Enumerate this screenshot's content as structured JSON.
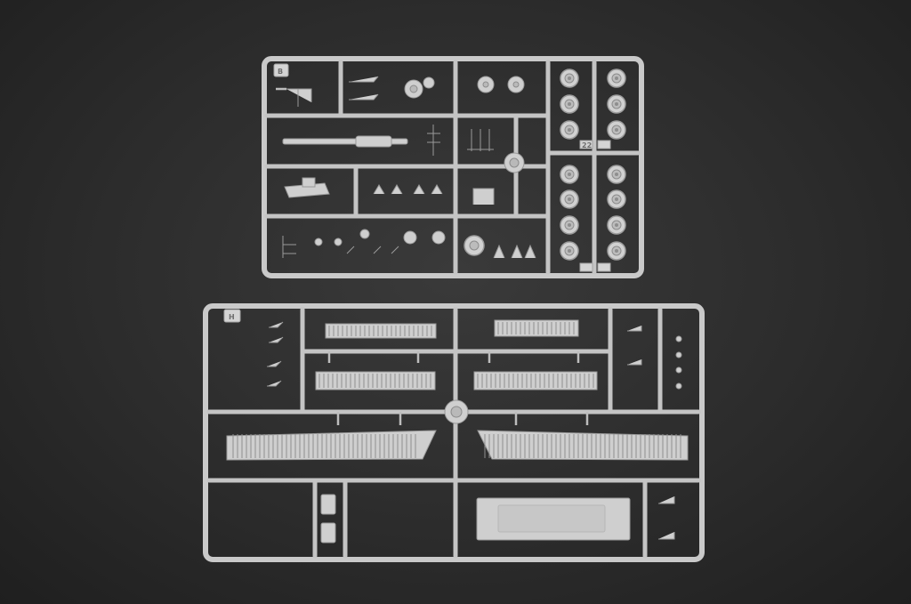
{
  "scene": {
    "subject": "plastic-model-kit-sprues",
    "background_color": "#2c2c2c",
    "plastic_color": "#c9c9c9"
  },
  "sprue_upper": {
    "frame_label": "B",
    "wheel_count": 16,
    "wheel_tag": "22"
  },
  "sprue_lower": {
    "frame_label": "H",
    "grille_panel_count": 6
  }
}
